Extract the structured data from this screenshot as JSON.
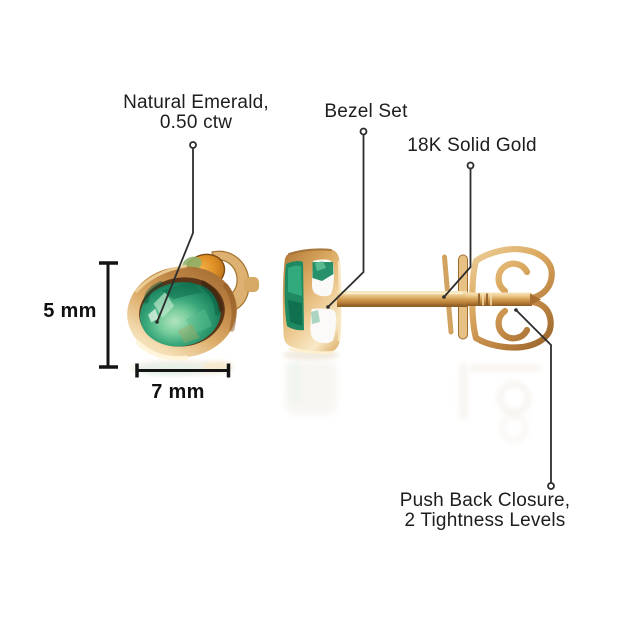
{
  "product": {
    "callouts": {
      "gem": {
        "line1": "Natural Emerald,",
        "line2": "0.50 ctw"
      },
      "setting": {
        "label": "Bezel Set"
      },
      "metal": {
        "label": "18K Solid Gold"
      },
      "closure": {
        "line1": "Push Back Closure,",
        "line2": "2 Tightness Levels"
      }
    },
    "dimensions": {
      "height_label": "5 mm",
      "width_label": "7 mm"
    },
    "colors": {
      "background": "#ffffff",
      "text": "#1d1d1d",
      "leader_line": "#2d2d2d",
      "dimension_line": "#141414",
      "gold_light": "#f8e9c8",
      "gold_mid": "#d5a055",
      "gold_dark": "#96602a",
      "amber_back": "#df8f24",
      "emerald_light": "#b2e3bd",
      "emerald_mid": "#2d9c72",
      "emerald_dark": "#0b523a"
    }
  }
}
